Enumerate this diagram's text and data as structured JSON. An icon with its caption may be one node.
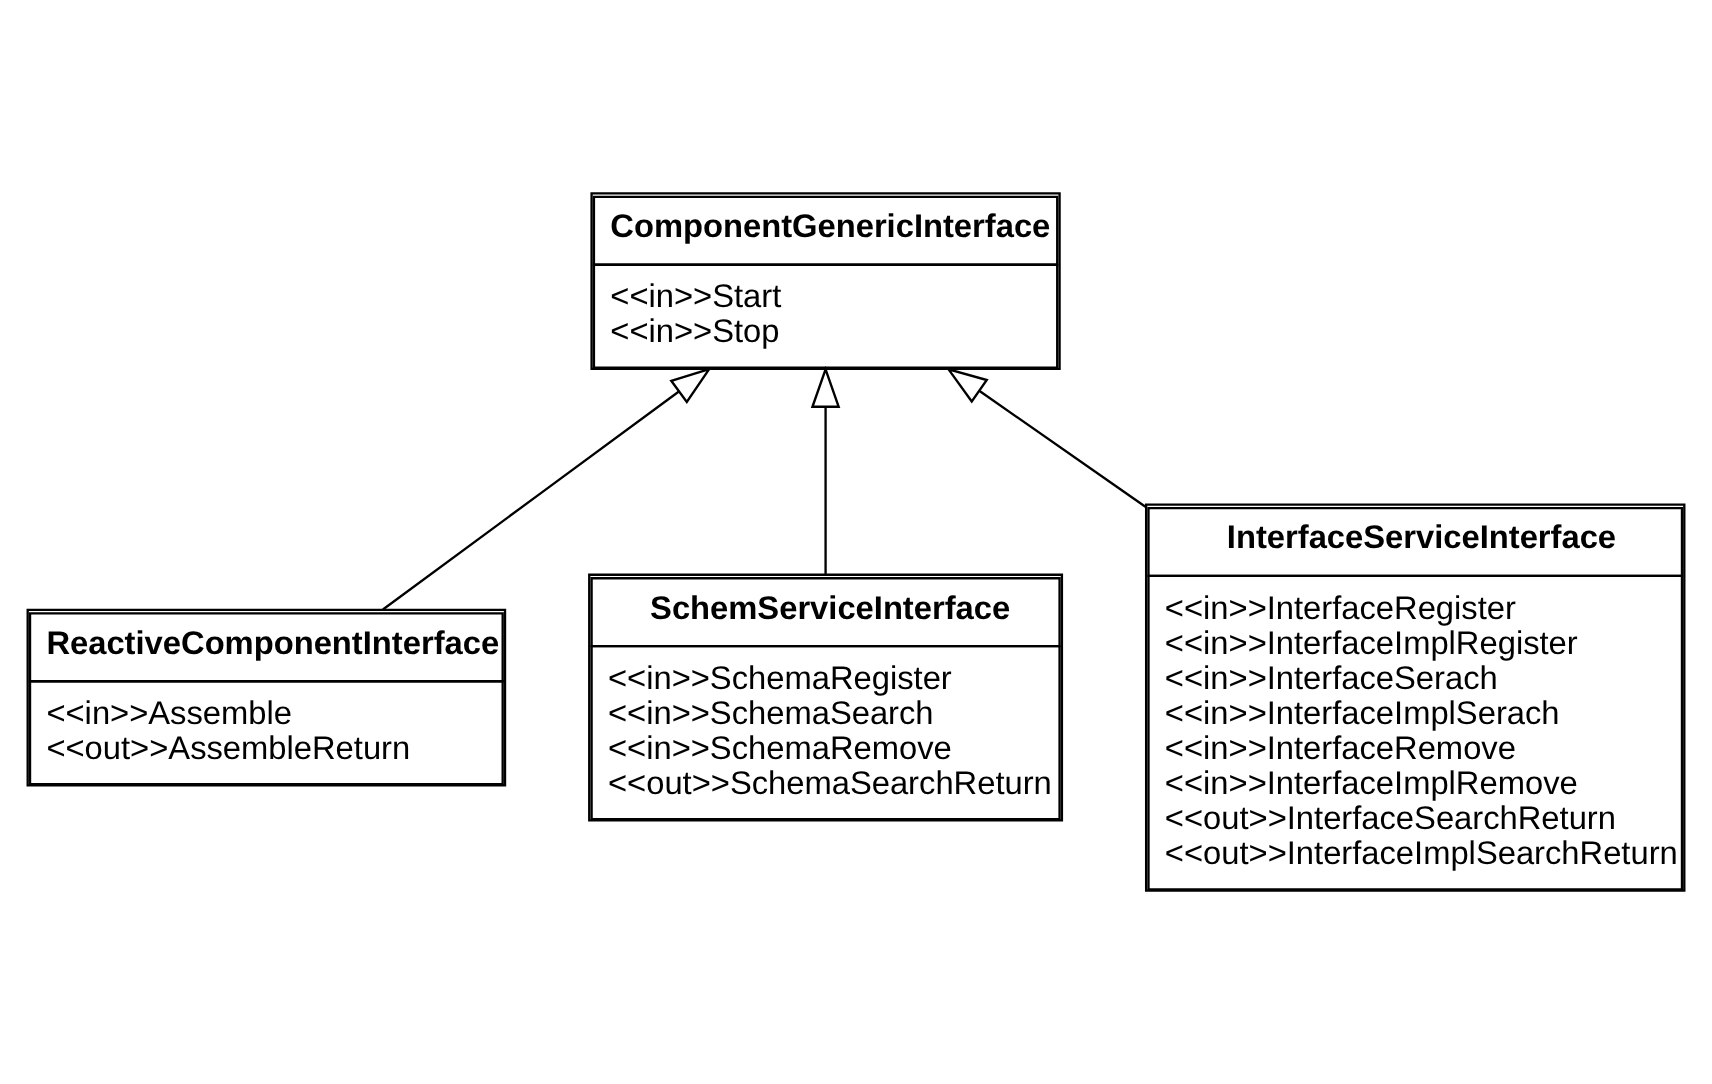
{
  "diagram": {
    "nodes": [
      {
        "text": [
          "ComponentGenericInterface",
          "<<in>>Start",
          "<<in>>Stop"
        ]
      },
      {
        "text": [
          "ReactiveComponentInterface",
          "<<in>>Assemble",
          "<<out>>AssembleReturn"
        ]
      },
      {
        "text": [
          "SchemServiceInterface",
          "<<in>>SchemaRegister",
          "<<in>>SchemaSearch",
          "<<in>>SchemaRemove",
          "<<out>>SchemaSearchReturn"
        ]
      },
      {
        "text": [
          "InterfaceServiceInterface",
          "<<in>>InterfaceRegister",
          "<<in>>InterfaceImplRegister",
          "<<in>>InterfaceSerach",
          "<<in>>InterfaceImplSerach",
          "<<in>>InterfaceRemove",
          "<<in>>InterfaceImplRemove",
          "<<out>>InterfaceSearchReturn",
          "<<out>>InterfaceImplSearchReturn"
        ]
      }
    ],
    "edges": [
      {
        "from": 1,
        "to": 0,
        "arrow": "to"
      },
      {
        "from": 2,
        "to": 0,
        "arrow": "to"
      },
      {
        "from": 3,
        "to": 0,
        "arrow": "to"
      }
    ]
  }
}
